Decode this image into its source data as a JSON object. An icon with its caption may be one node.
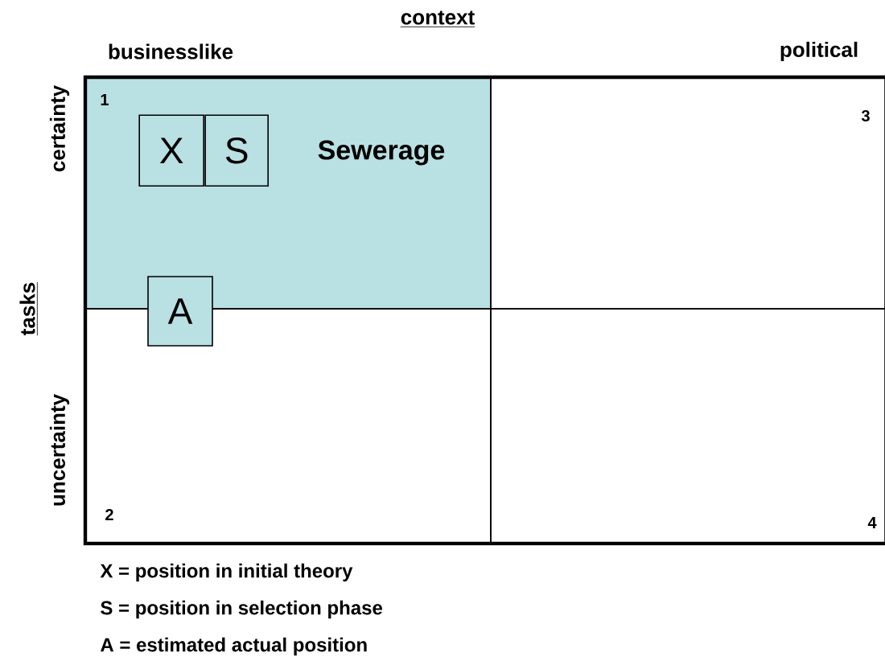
{
  "diagram": {
    "nodes": [
      {
        "text": [
          "1",
          "Sewerage"
        ]
      },
      {
        "text": [
          "3"
        ]
      },
      {
        "text": [
          "2"
        ]
      },
      {
        "text": [
          "4"
        ]
      },
      {
        "text": [
          "X"
        ],
        "in": 0
      },
      {
        "text": [
          "S"
        ],
        "in": 0
      },
      {
        "text": [
          "A"
        ]
      }
    ],
    "labels": [
      "context",
      "businesslike",
      "political",
      "tasks",
      "certainty",
      "uncertainty",
      "X = position in initial theory",
      "S = position in selection phase",
      "A = estimated actual position"
    ]
  }
}
